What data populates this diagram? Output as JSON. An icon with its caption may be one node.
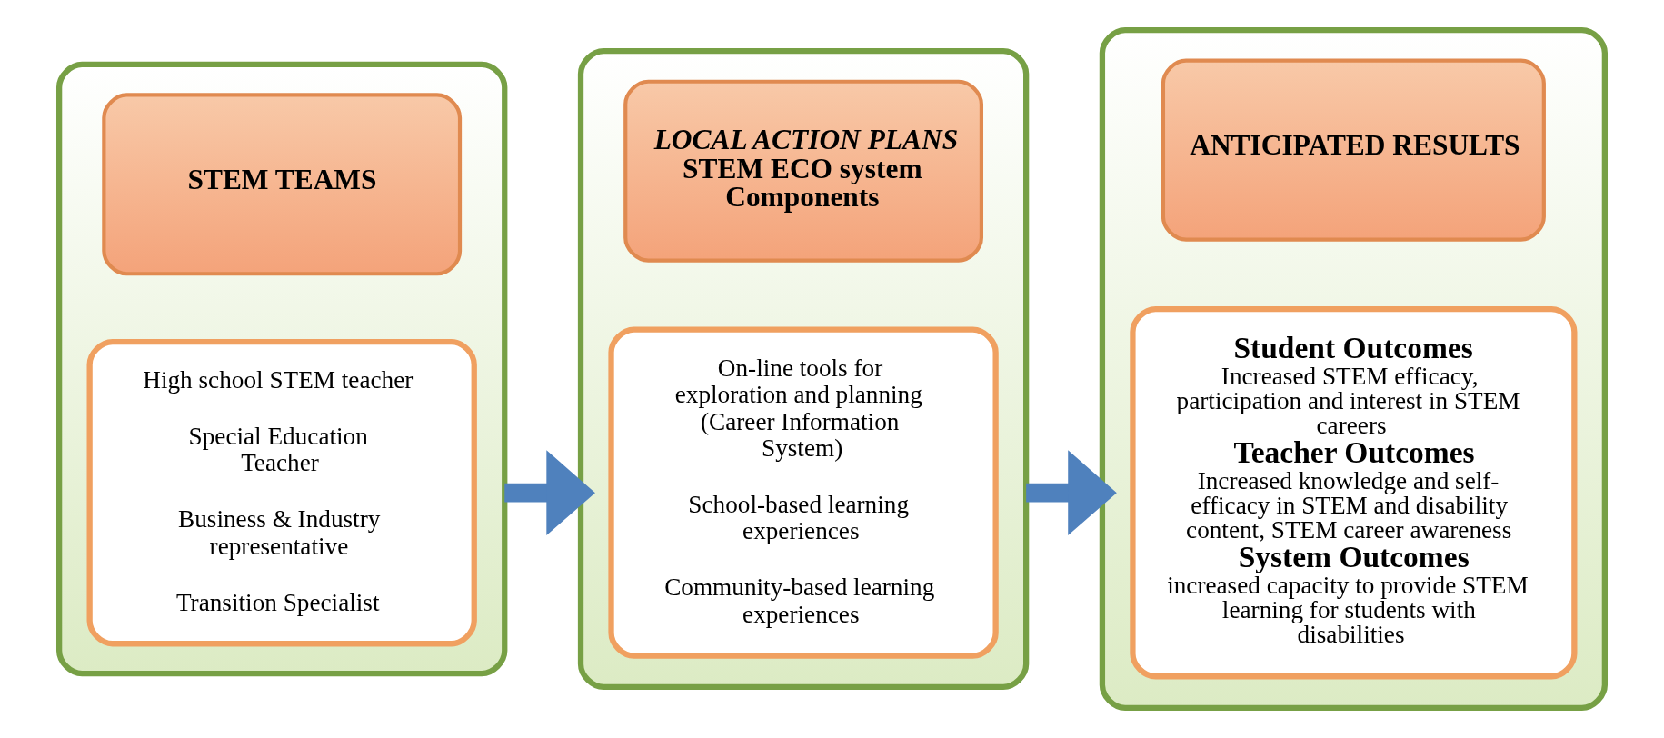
{
  "diagram": {
    "nodes": [
      {
        "text": [],
        "shape": "box"
      },
      {
        "text": [
          "STEM TEAMS"
        ],
        "in": 0
      },
      {
        "text": [
          "High school STEM teacher",
          "Special Education Teacher",
          "Business & Industry representative",
          "Transition Specialist"
        ],
        "in": 0
      },
      {
        "text": [],
        "shape": "box"
      },
      {
        "text": [
          "LOCAL ACTION PLANS",
          "STEM ECO system Components"
        ],
        "in": 3
      },
      {
        "text": [
          "On-line tools for exploration and planning (Career Information System)",
          "School-based learning experiences",
          "Community-based learning experiences"
        ],
        "in": 3
      },
      {
        "text": [],
        "shape": "box"
      },
      {
        "text": [
          "ANTICIPATED RESULTS"
        ],
        "in": 6
      },
      {
        "text": [
          "Student Outcomes",
          "Increased STEM efficacy, participation and interest in STEM careers",
          "Teacher Outcomes",
          "Increased knowledge and self-efficacy in STEM and disability content, STEM career awareness",
          "System Outcomes",
          "increased capacity to provide STEM learning for students with disabilities"
        ],
        "in": 6
      }
    ],
    "edges": [
      {
        "from": 0,
        "to": 3,
        "arrow": "to",
        "color": "#4f81bd"
      },
      {
        "from": 3,
        "to": 6,
        "arrow": "to",
        "color": "#4f81bd"
      }
    ]
  }
}
